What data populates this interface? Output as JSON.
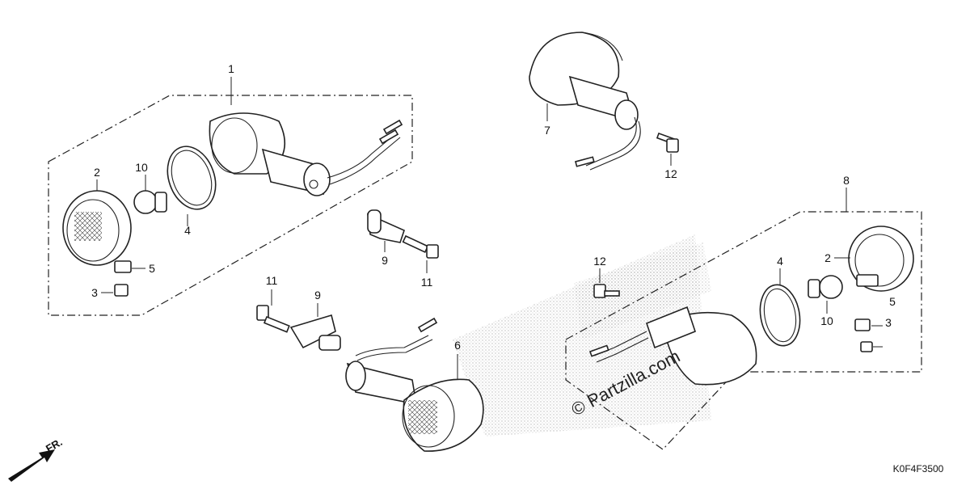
{
  "callouts": {
    "c1": "1",
    "c2a": "2",
    "c10a": "10",
    "c4a": "4",
    "c5a": "5",
    "c3a": "3",
    "c9a": "9",
    "c11a": "11",
    "c7": "7",
    "c12a": "12",
    "c8": "8",
    "c4b": "4",
    "c2b": "2",
    "c12b": "12",
    "c5b": "5",
    "c10b": "10",
    "c3b": "3",
    "c11b": "11",
    "c9b": "9",
    "c6": "6"
  },
  "watermark": "© Partzilla.com",
  "front_indicator": "FR.",
  "diagram_code": "K0F4F3500",
  "colors": {
    "line": "#222222",
    "stipple": "#9a9a9a"
  }
}
